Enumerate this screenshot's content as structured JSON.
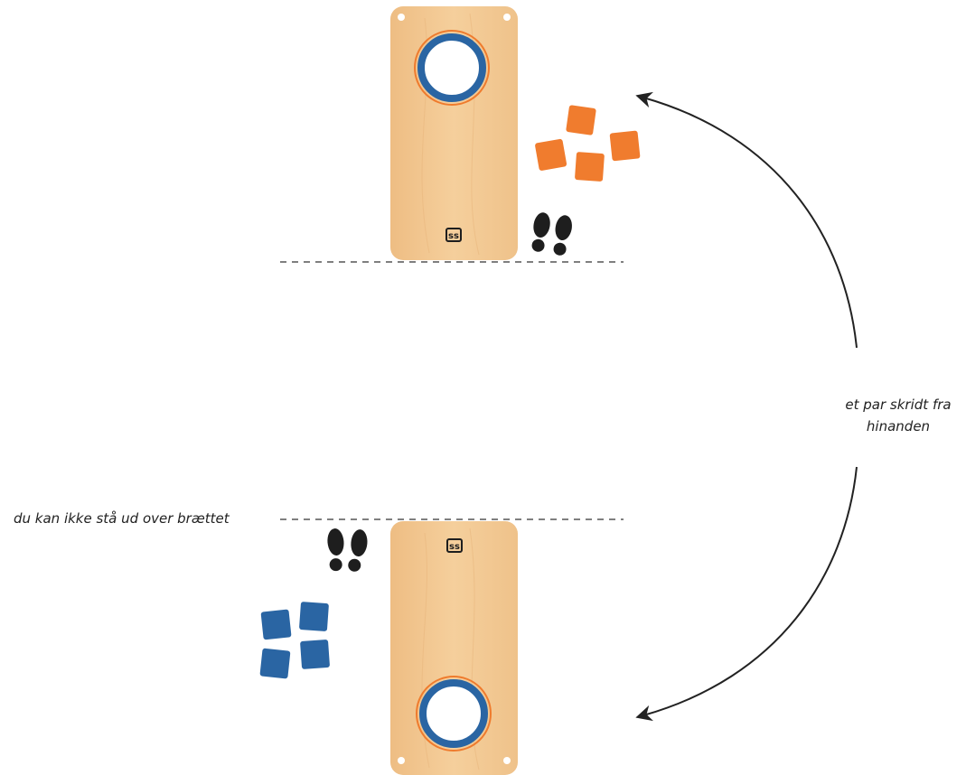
{
  "labels": {
    "distance_line1": "et par skridt fra",
    "distance_line2": "hinanden",
    "foul_line": "du kan ikke stå ud over brættet"
  },
  "logo_text": "ss",
  "colors": {
    "board_wood": "#f0c48d",
    "board_wood_light": "#f7d7ac",
    "hole_ring_blue": "#2a65a3",
    "hole_ring_orange": "#ef7b2d",
    "bag_orange": "#f07c2e",
    "bag_blue": "#2a65a3",
    "footprint": "#1e1e1e",
    "line": "#333333"
  },
  "icons": {
    "footprints": "footprints-icon",
    "arrow": "curved-arrow-icon"
  }
}
